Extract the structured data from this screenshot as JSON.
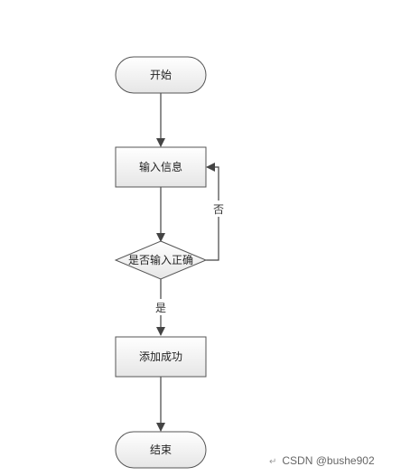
{
  "colors": {
    "line": "#444444",
    "node_fill_top": "#ffffff",
    "node_fill_bottom": "#e6e6e6",
    "node_stroke": "#555555"
  },
  "nodes": {
    "start": "开始",
    "input": "输入信息",
    "decision": "是否输入正确",
    "success": "添加成功",
    "end": "结束"
  },
  "edges": {
    "no": "否",
    "yes": "是"
  },
  "footer": {
    "return_mark": "↵",
    "watermark": "CSDN @bushe902"
  }
}
